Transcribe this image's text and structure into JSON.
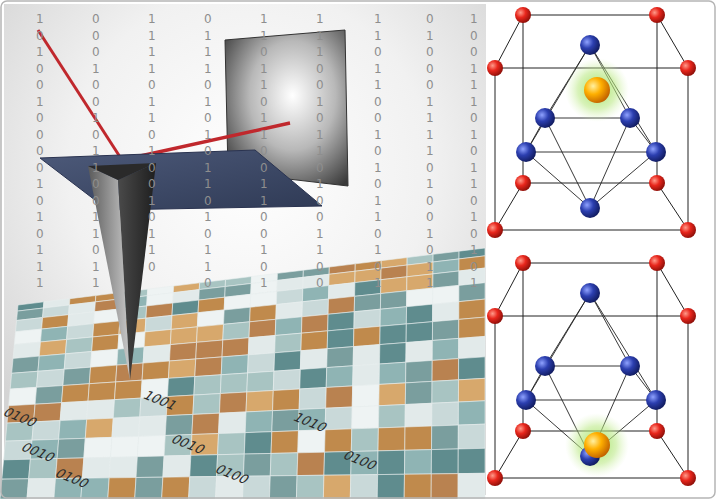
{
  "diagram": {
    "labels": [
      "1 0 1 0 0 1 0 0 0 0 1 0 1 0 1 1 1",
      "0 0 0 1 0 0 1 0 1 1 0 0 1 1 0 1 1",
      "1 1 1 1 0 1 1 0 1 0 0 1 0 1 1 0",
      "0 1 1 1 0 1 0 1 0 1 1 0 1 0 1 1 0",
      "1 1 0 1 1 0 1 1 0 0 1 1 0 0 1 0 1",
      "1 1 1 0 0 1 0 1 1 0 1 0 0 1 1 0 0",
      "1 1 0 1 1 0 0 1 0 1 0 1 1 0 1 0 1",
      "0 1 0 0 0 1 1 1 1 0 1 0 0 1 0 1 1",
      "1 0 0 1 1 1 0 1 0 1 1 0 1 0 1 0 1",
      "0100",
      "0010",
      "0100",
      "1001",
      "0010",
      "0100",
      "1010",
      "0100"
    ]
  }
}
